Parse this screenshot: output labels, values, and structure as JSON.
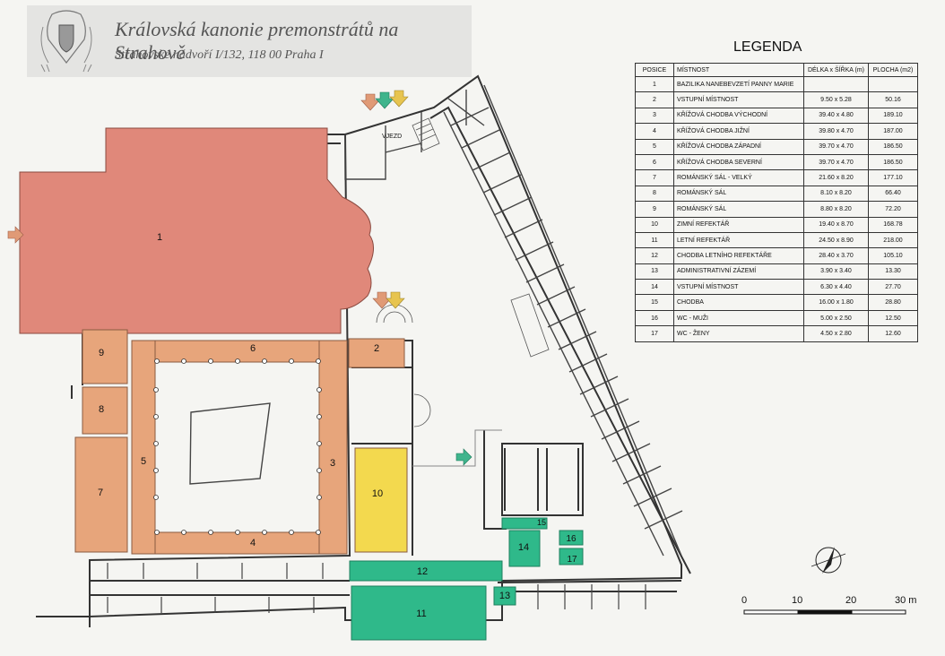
{
  "header": {
    "title": "Královská kanonie premonstrátů na Strahově",
    "address": "Strahovské nádvoří I/132, 118 00 Praha I"
  },
  "plan": {
    "gate_label": "VJEZD",
    "room_numbers": [
      "1",
      "2",
      "3",
      "4",
      "5",
      "6",
      "7",
      "8",
      "9",
      "10",
      "11",
      "12",
      "13",
      "14",
      "15",
      "16",
      "17"
    ]
  },
  "legend": {
    "title": "LEGENDA",
    "headers": [
      "POSICE",
      "MÍSTNOST",
      "DÉLKA x ŠÍŘKA (m)",
      "PLOCHA (m2)"
    ],
    "rows": [
      [
        "1",
        "BAZILIKA NANEBEVZETÍ PANNY MARIE",
        "",
        ""
      ],
      [
        "2",
        "VSTUPNÍ MÍSTNOST",
        "9.50 x 5.28",
        "50.16"
      ],
      [
        "3",
        "KŘÍŽOVÁ CHODBA VÝCHODNÍ",
        "39.40 x 4.80",
        "189.10"
      ],
      [
        "4",
        "KŘÍŽOVÁ CHODBA JIŽNÍ",
        "39.80 x 4.70",
        "187.00"
      ],
      [
        "5",
        "KŘÍŽOVÁ CHODBA ZÁPADNÍ",
        "39.70 x 4.70",
        "186.50"
      ],
      [
        "6",
        "KŘÍŽOVÁ CHODBA SEVERNÍ",
        "39.70 x 4.70",
        "186.50"
      ],
      [
        "7",
        "ROMÁNSKÝ SÁL - VELKÝ",
        "21.60 x 8.20",
        "177.10"
      ],
      [
        "8",
        "ROMÁNSKÝ SÁL",
        "8.10 x 8.20",
        "66.40"
      ],
      [
        "9",
        "ROMÁNSKÝ SÁL",
        "8.80 x 8.20",
        "72.20"
      ],
      [
        "10",
        "ZIMNÍ REFEKTÁŘ",
        "19.40 x 8.70",
        "168.78"
      ],
      [
        "11",
        "LETNÍ REFEKTÁŘ",
        "24.50 x 8.90",
        "218.00"
      ],
      [
        "12",
        "CHODBA LETNÍHO REFEKTÁŘE",
        "28.40 x 3.70",
        "105.10"
      ],
      [
        "13",
        "ADMINISTRATIVNÍ ZÁZEMÍ",
        "3.90 x 3.40",
        "13.30"
      ],
      [
        "14",
        "VSTUPNÍ MÍSTNOST",
        "6.30 x 4.40",
        "27.70"
      ],
      [
        "15",
        "CHODBA",
        "16.00 x 1.80",
        "28.80"
      ],
      [
        "16",
        "WC - MUŽI",
        "5.00 x 2.50",
        "12.50"
      ],
      [
        "17",
        "WC - ŽENY",
        "4.50 x 2.80",
        "12.60"
      ]
    ]
  },
  "scale": {
    "ticks": [
      "0",
      "10",
      "20",
      "30 m"
    ]
  },
  "colors": {
    "basilica": "#e0887a",
    "cloister": "#e7a57b",
    "winter_refectory": "#f3d94e",
    "summer_refectory": "#2fb98a",
    "walls": "#333333",
    "arrow_orange": "#e09a76",
    "arrow_green": "#3fb48c",
    "arrow_yellow": "#e7c44f"
  }
}
